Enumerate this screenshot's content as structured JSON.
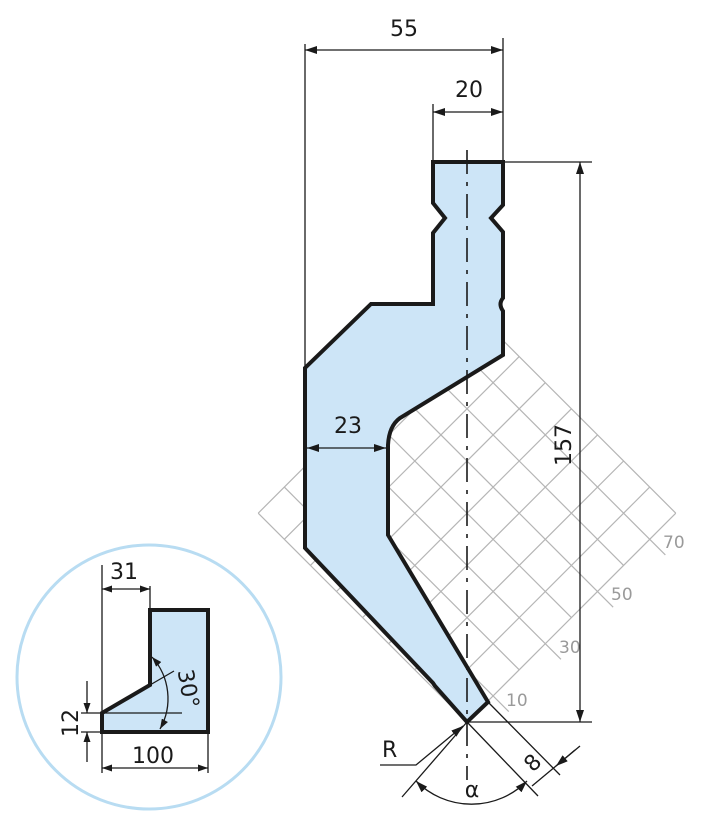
{
  "colors": {
    "tool_fill": "#cde5f7",
    "outline": "#1a1a1a",
    "grid": "#b5b5b5",
    "inset_ring": "#b8dcf2"
  },
  "dimensions": {
    "overall_width": "55",
    "shank_width": "20",
    "height": "157",
    "neck_width": "23",
    "tip_width": "8",
    "radius": "R",
    "angle": "α"
  },
  "grid": {
    "cells": 8,
    "step_units": 10,
    "labels": [
      "10",
      "30",
      "50",
      "70"
    ]
  },
  "inset": {
    "offset": "31",
    "width": "100",
    "height": "12",
    "angle": "30°"
  }
}
